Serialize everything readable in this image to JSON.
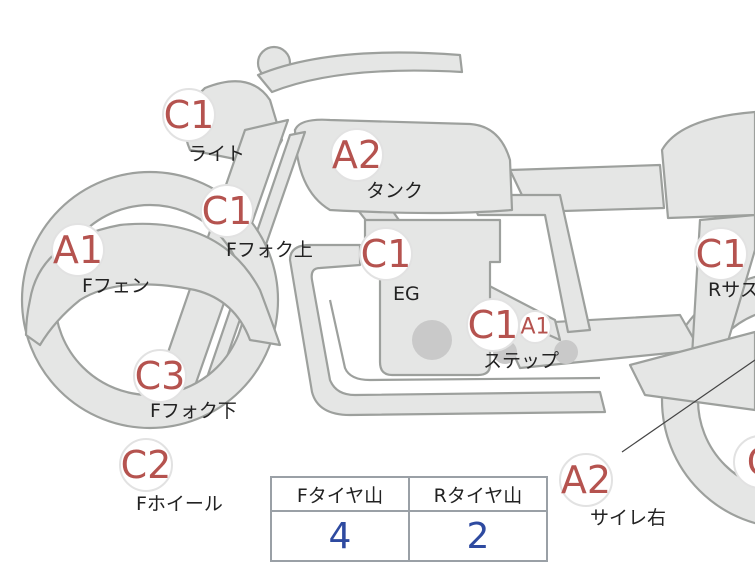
{
  "colors": {
    "badge_text": "#b5534f",
    "label_text": "#222222",
    "bike_fill": "#e5e6e5",
    "bike_stroke": "#9da09d",
    "table_value": "#2e4aa0"
  },
  "badges": [
    {
      "code": "C1",
      "label": "ライト"
    },
    {
      "code": "A2",
      "label": "タンク"
    },
    {
      "code": "C1",
      "label": "Fフォク上"
    },
    {
      "code": "A1",
      "label": "Fフェン"
    },
    {
      "code": "C1",
      "label": "EG"
    },
    {
      "code": "C1",
      "label": "ステップ"
    },
    {
      "code": "A1",
      "label": ""
    },
    {
      "code": "C3",
      "label": "Fフォク下"
    },
    {
      "code": "C2",
      "label": "Fホイール"
    },
    {
      "code": "C1",
      "label": "Rサス"
    },
    {
      "code": "A2",
      "label": "サイレ右"
    },
    {
      "code": "C",
      "label": ""
    }
  ],
  "tire_table": {
    "front_header": "Fタイヤ山",
    "rear_header": "Rタイヤ山",
    "front_value": "4",
    "rear_value": "2"
  }
}
